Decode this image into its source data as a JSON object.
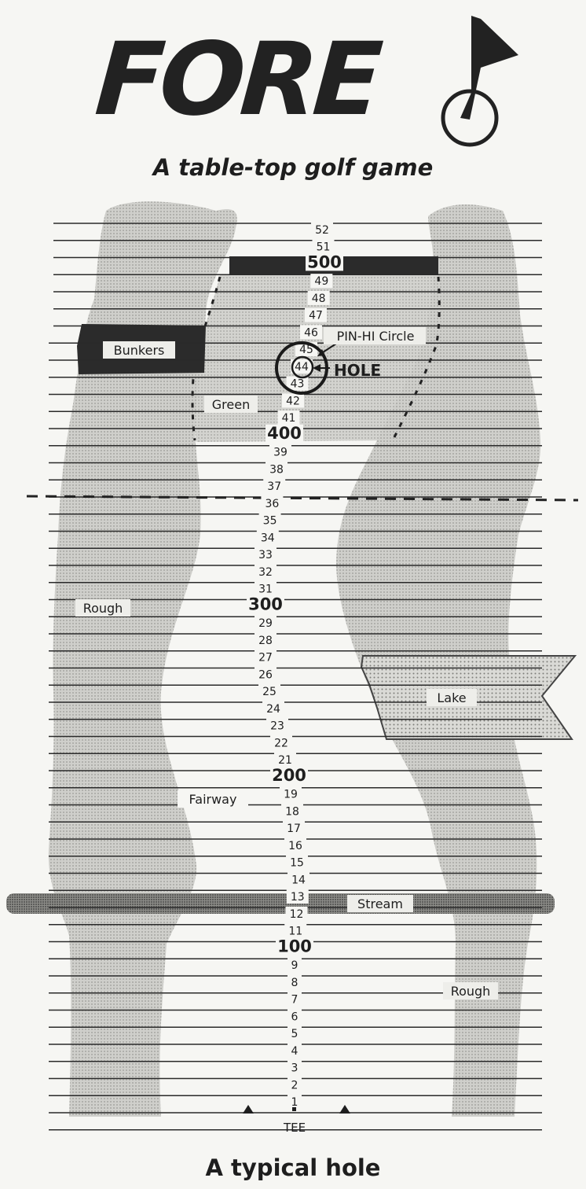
{
  "title": "FORE",
  "subtitle": "A table-top golf game",
  "caption": "A typical hole",
  "labels": {
    "bunkers": "Bunkers",
    "pin_hi_circle": "PIN-HI Circle",
    "hole": "HOLE",
    "green": "Green",
    "rough_left": "Rough",
    "rough_right": "Rough",
    "lake": "Lake",
    "fairway": "Fairway",
    "stream": "Stream",
    "tee": "TEE"
  },
  "row_labels": [
    "1",
    "2",
    "3",
    "4",
    "5",
    "6",
    "7",
    "8",
    "9",
    "100",
    "11",
    "12",
    "13",
    "14",
    "15",
    "16",
    "17",
    "18",
    "19",
    "200",
    "21",
    "22",
    "23",
    "24",
    "25",
    "26",
    "27",
    "28",
    "29",
    "300",
    "31",
    "32",
    "33",
    "34",
    "35",
    "36",
    "37",
    "38",
    "39",
    "400",
    "41",
    "42",
    "43",
    "44",
    "45",
    "46",
    "47",
    "48",
    "49",
    "500",
    "51",
    "52"
  ],
  "yardage_markers": [
    "100",
    "200",
    "300",
    "400",
    "500"
  ],
  "colors": {
    "ink": "#1e1e1e",
    "rough_fill": "#c9c9c6",
    "green_fill": "#dcdcd8",
    "bunker_fill": "#2b2b2b",
    "paper": "#f6f6f3"
  }
}
